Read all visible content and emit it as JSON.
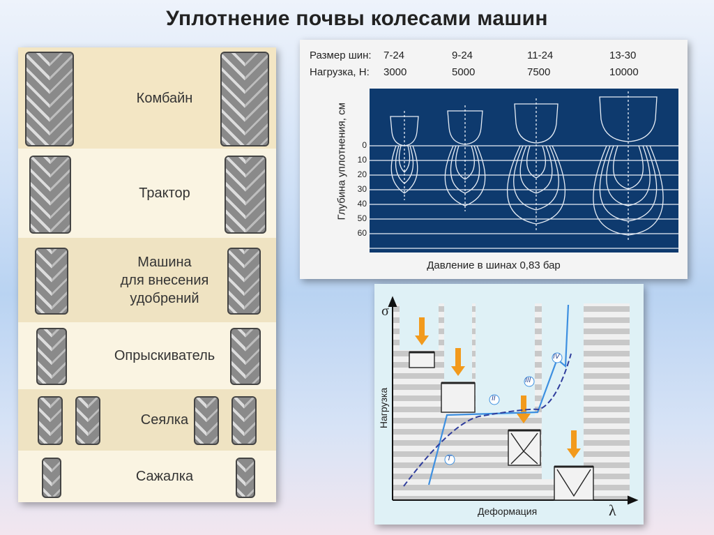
{
  "title": "Уплотнение почвы колесами машин",
  "machines": [
    {
      "label": "Комбайн"
    },
    {
      "label": "Трактор"
    },
    {
      "label": "Машина\nдля внесения\nудобрений"
    },
    {
      "label": "Опрыскиватель"
    },
    {
      "label": "Сеялка"
    },
    {
      "label": "Сажалка"
    }
  ],
  "compaction": {
    "tire_size_label": "Размер шин:",
    "load_label": "Нагрузка, Н:",
    "tire_sizes": [
      "7-24",
      "9-24",
      "11-24",
      "13-30"
    ],
    "loads": [
      "3000",
      "5000",
      "7500",
      "10000"
    ],
    "y_axis_label": "Глубина уплотнения, см",
    "depth_ticks": [
      "0",
      "10",
      "20",
      "30",
      "40",
      "50",
      "60"
    ],
    "caption": "Давление в шинах 0,83 бар"
  },
  "deformation": {
    "y_axis_label": "Нагрузка",
    "x_axis_label": "Деформация",
    "y_symbol": "σ",
    "x_symbol": "λ",
    "curve_labels": [
      "T",
      "II",
      "III",
      "IV"
    ]
  }
}
